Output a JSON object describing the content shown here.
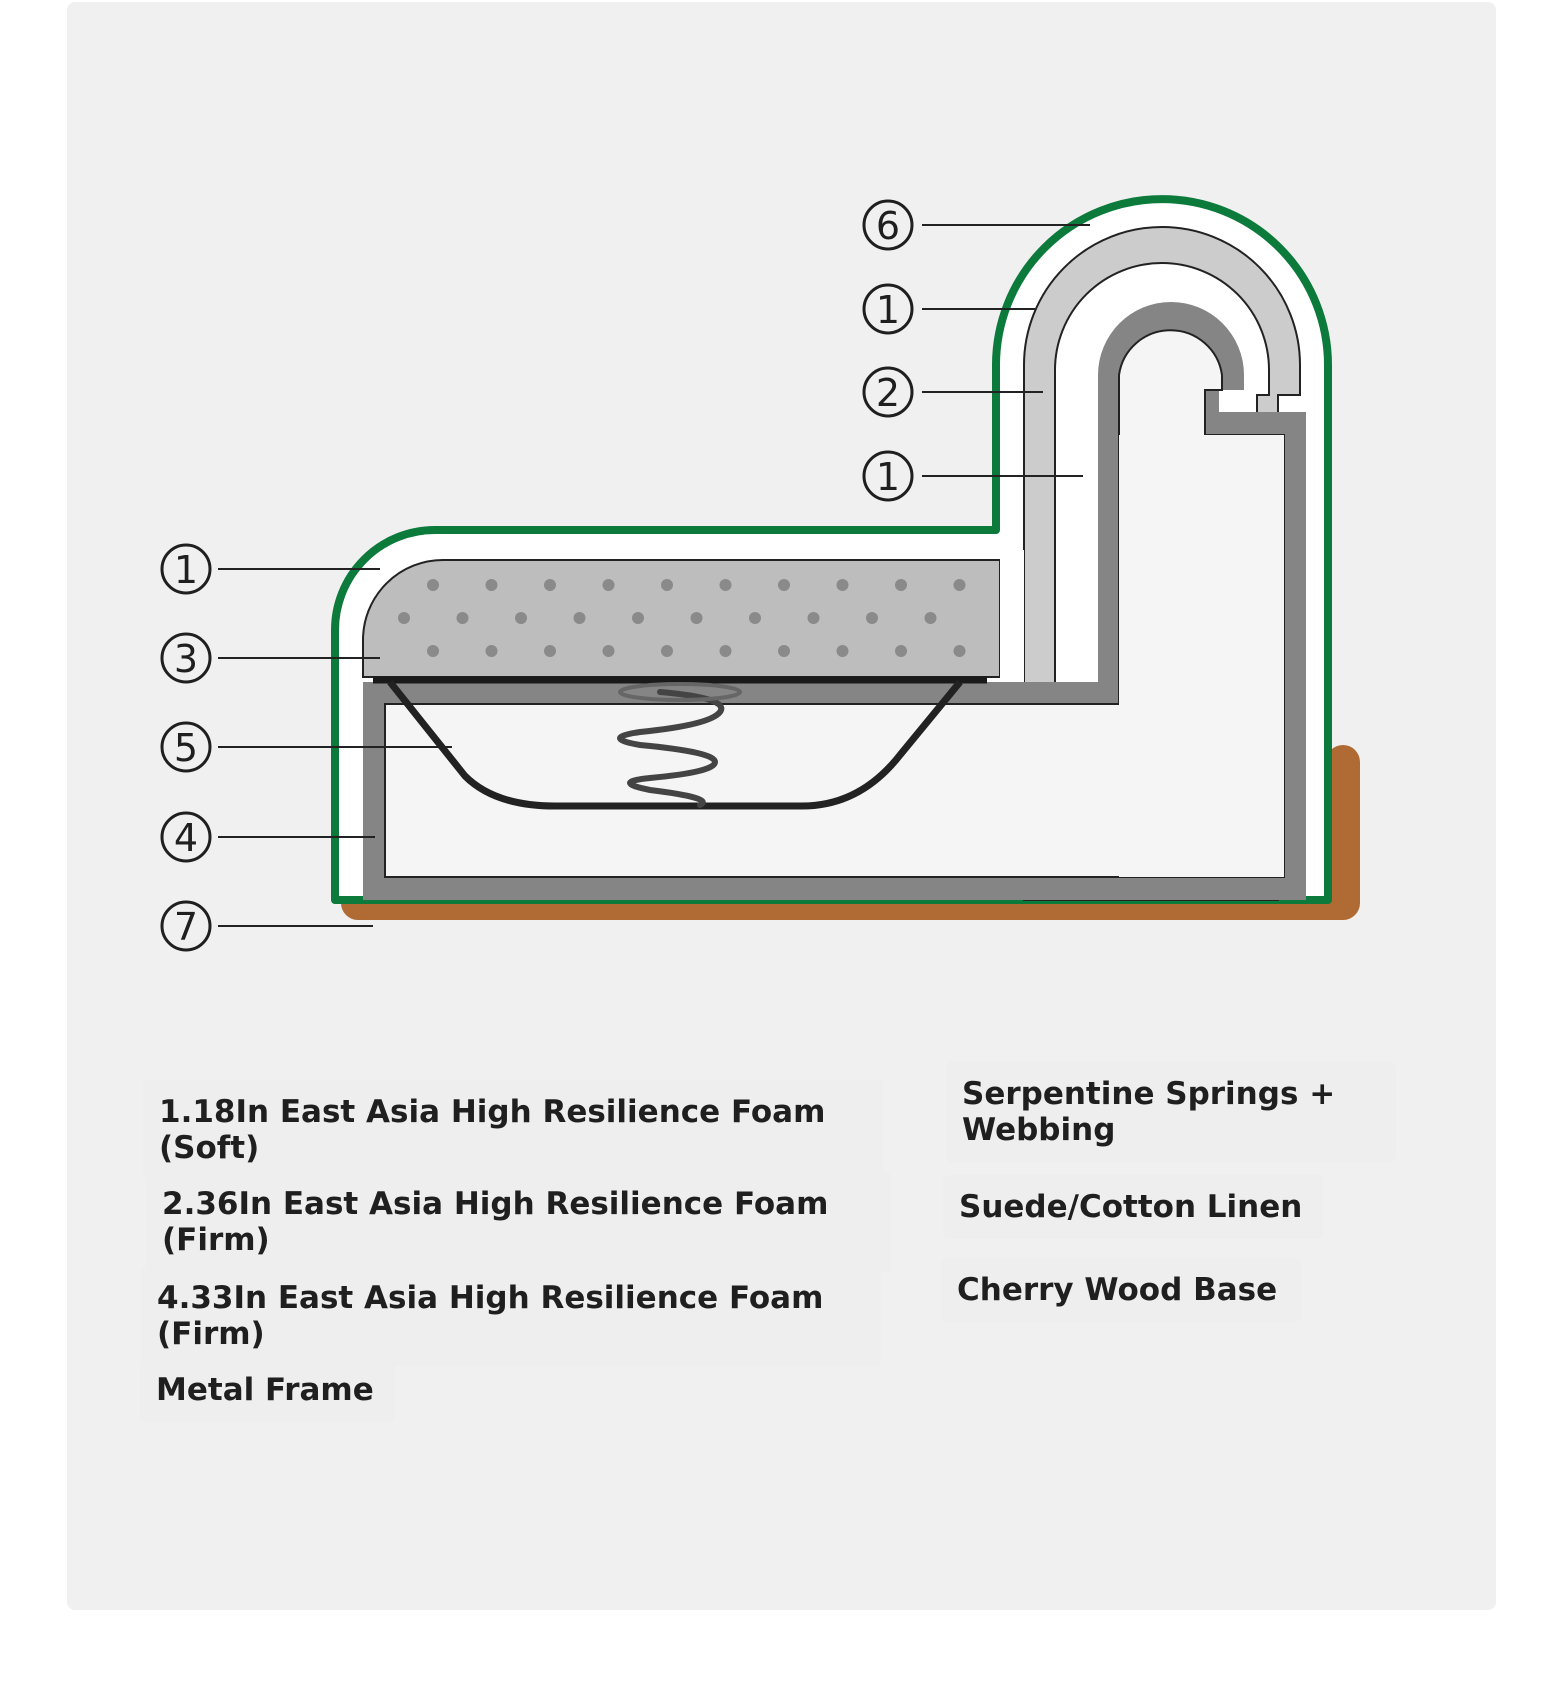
{
  "markers": [
    {
      "id": "m6",
      "label": "6"
    },
    {
      "id": "m1a",
      "label": "1"
    },
    {
      "id": "m2",
      "label": "2"
    },
    {
      "id": "m1b",
      "label": "1"
    },
    {
      "id": "m1c",
      "label": "1"
    },
    {
      "id": "m3",
      "label": "3"
    },
    {
      "id": "m5",
      "label": "5"
    },
    {
      "id": "m4",
      "label": "4"
    },
    {
      "id": "m7",
      "label": "7"
    }
  ],
  "legend": {
    "item_1": "1.18In East Asia High Resilience Foam (Soft)",
    "item_2": "2.36In East Asia High Resilience Foam (Firm)",
    "item_4": "4.33In East Asia High Resilience Foam (Firm)",
    "item_metal": "Metal Frame",
    "item_springs": "Serpentine Springs + Webbing",
    "item_fabric": "Suede/Cotton Linen",
    "item_base": "Cherry Wood Base"
  },
  "colors": {
    "fabric": "#0b7a3b",
    "soft_foam": "#ffffff",
    "firm_foam": "#cccccc",
    "seat_foam": "#bdbdbd",
    "frame": "#858585",
    "spring": "#222222",
    "wood_base": "#b06a33",
    "background": "#f0f0f0"
  }
}
